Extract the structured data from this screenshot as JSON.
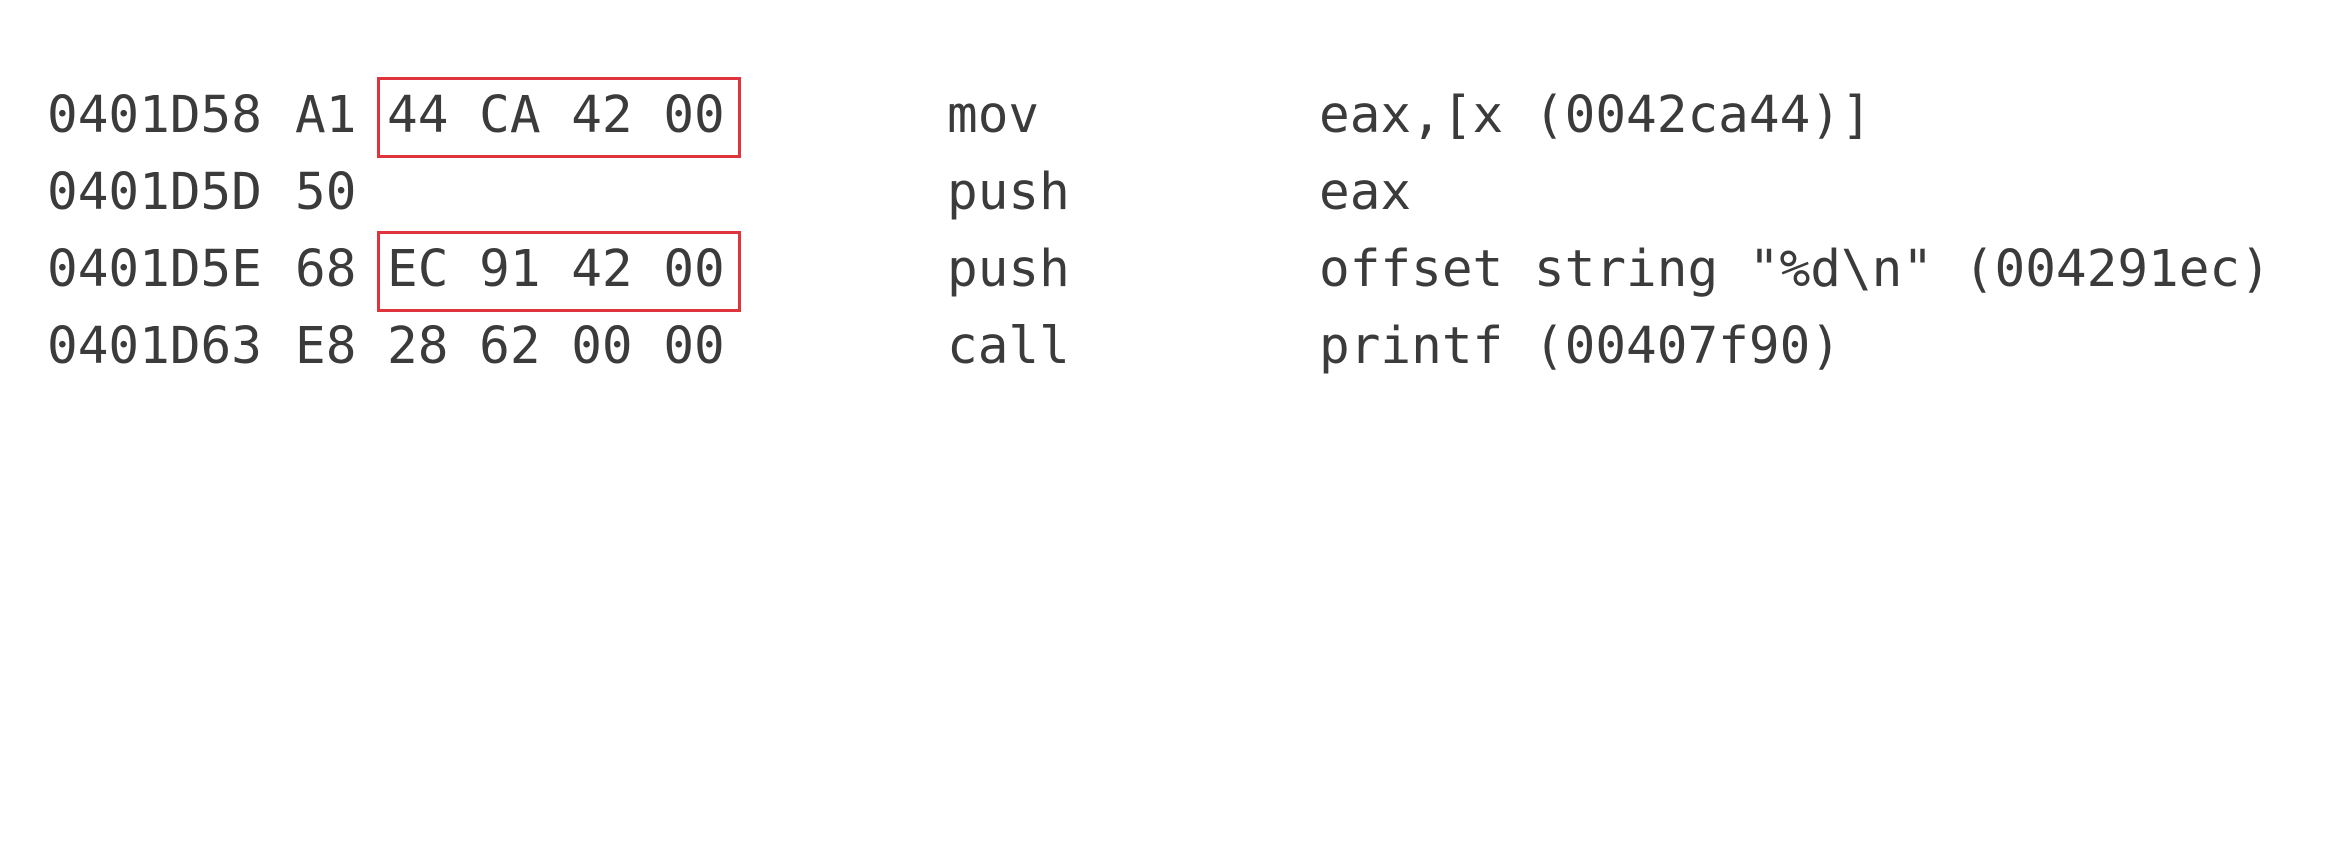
{
  "disassembly": {
    "rows": [
      {
        "address": "0401D58",
        "opcode": "A1",
        "operand_bytes": "44 CA 42 00",
        "highlighted": true,
        "mnemonic": "mov",
        "operands": "eax,[x (0042ca44)]"
      },
      {
        "address": "0401D5D",
        "opcode": "50",
        "operand_bytes": "",
        "highlighted": false,
        "mnemonic": "push",
        "operands": "eax"
      },
      {
        "address": "0401D5E",
        "opcode": "68",
        "operand_bytes": "EC 91 42 00",
        "highlighted": true,
        "mnemonic": "push",
        "operands": "offset string \"%d\\n\" (004291ec)"
      },
      {
        "address": "0401D63",
        "opcode": "E8",
        "operand_bytes": "28 62 00 00",
        "highlighted": false,
        "mnemonic": "call",
        "operands": "printf (00407f90)"
      }
    ],
    "highlight_color": "#e0343c",
    "text_color": "#3b3b3b"
  }
}
